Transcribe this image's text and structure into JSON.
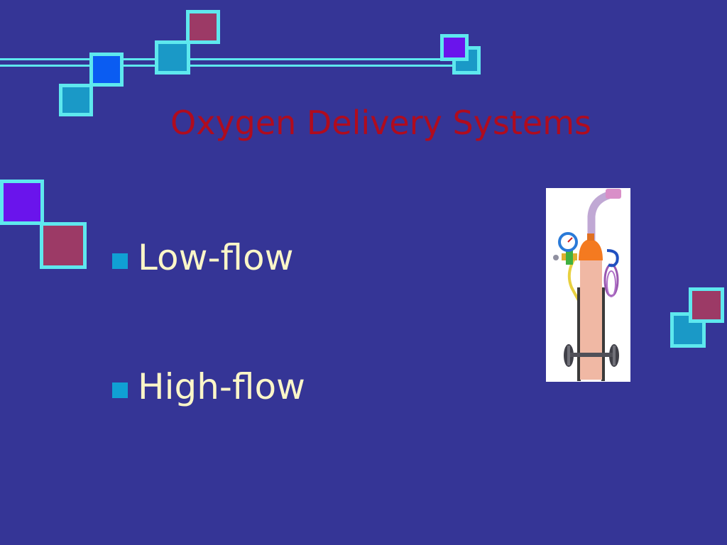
{
  "slide": {
    "title": "Oxygen Delivery Systems",
    "bullets": [
      {
        "text": "Low-flow"
      },
      {
        "text": "High-flow"
      }
    ]
  },
  "colors": {
    "background": "#353596",
    "title": "#b00c1e",
    "bullet_text": "#fbf6c8",
    "bullet_marker": "#10a0d4",
    "accent_line": "#5ee8ee"
  },
  "illustration": {
    "icon": "oxygen-cylinder-cart-icon"
  }
}
